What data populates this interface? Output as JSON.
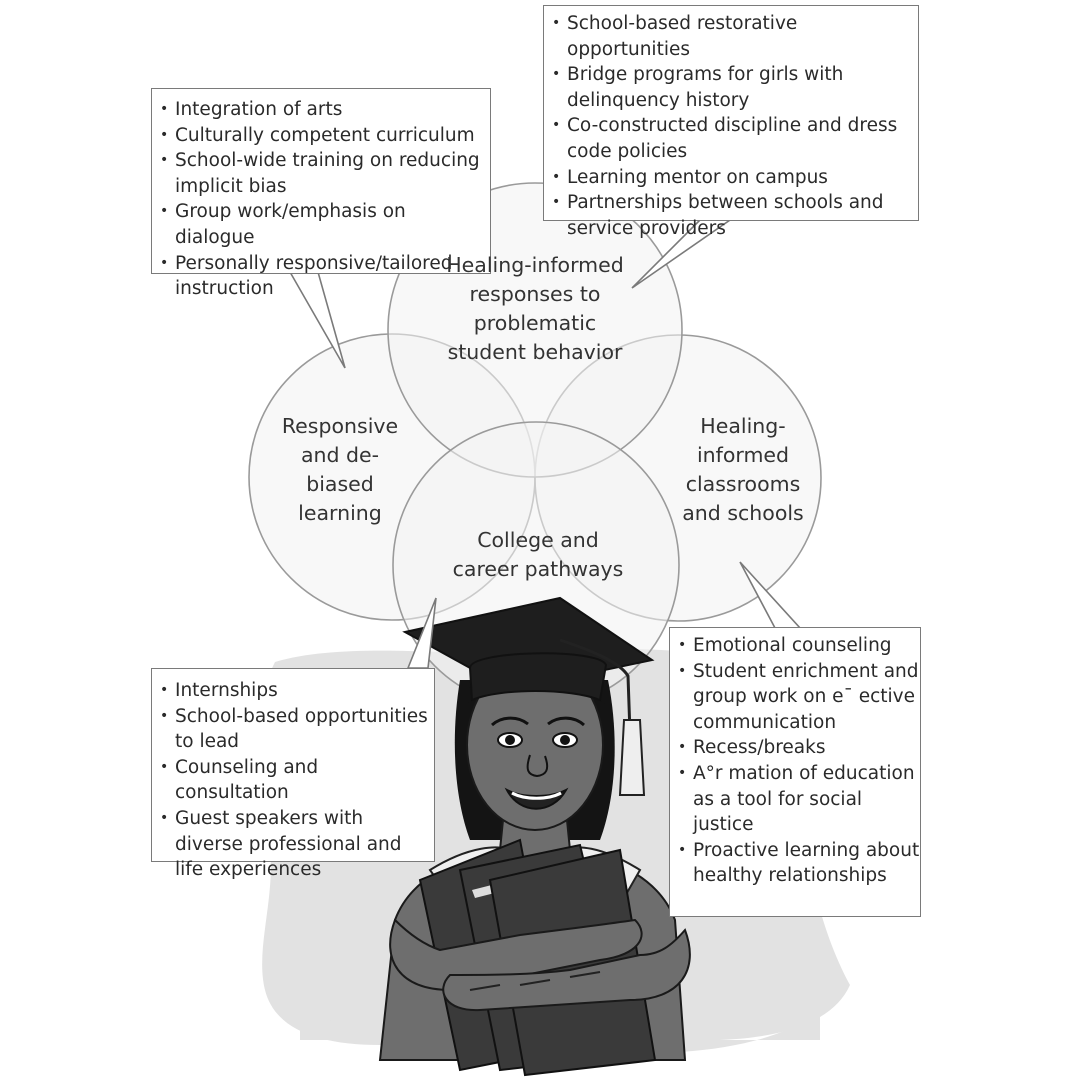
{
  "circles": {
    "top": {
      "label": "Healing-informed responses to problematic student behavior"
    },
    "left": {
      "label": "Responsive and de-biased learning"
    },
    "right": {
      "label": "Healing-informed classrooms and schools"
    },
    "bottom": {
      "label": "College and career pathways"
    }
  },
  "callouts": {
    "top_left": {
      "items": [
        "Integration of arts",
        "Culturally competent curriculum",
        "School-wide training on reducing implicit bias",
        "Group work/emphasis on dialogue",
        "Personally responsive/tailored instruction"
      ]
    },
    "top_right": {
      "items": [
        "School-based restorative opportunities",
        "Bridge programs for girls with delinquency history",
        "Co-constructed discipline and dress code policies",
        "Learning mentor on campus",
        "Partnerships between schools and service providers"
      ]
    },
    "bottom_left": {
      "items": [
        "Internships",
        "School-based opportunities to lead",
        "Counseling and consultation",
        "Guest speakers with diverse professional and life experiences"
      ]
    },
    "bottom_right": {
      "items": [
        "Emotional counseling",
        "Student enrichment and group work on e¯ ective communication",
        "Recess/breaks",
        "A°r  mation of education as a tool for social justice",
        "Proactive learning about healthy relationships"
      ]
    }
  },
  "colors": {
    "circle_fill": "#f3f3f3",
    "circle_stroke": "#9a9a9a",
    "box_stroke": "#7a7a7a",
    "backdrop": "#e2e2e2",
    "skin": "#6e6e6e",
    "cap": "#1e1e1e",
    "hair": "#141414",
    "books": "#3a3a3a"
  },
  "icons": {
    "illustration": "graduate-girl-with-books-icon"
  }
}
